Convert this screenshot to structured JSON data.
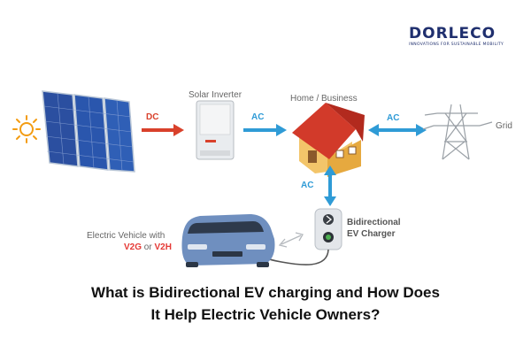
{
  "logo": {
    "wordmark": "DORLECO",
    "tagline": "INNOVATIONS FOR SUSTAINABLE MOBILITY"
  },
  "diagram": {
    "solar_inverter_label": "Solar Inverter",
    "home_label": "Home / Business",
    "grid_label": "Grid",
    "charger_label_line1": "Bidirectional",
    "charger_label_line2": "EV Charger",
    "ev_label_line1": "Electric Vehicle with",
    "ev_v2g": "V2G",
    "ev_or": "or",
    "ev_v2h": "V2H",
    "flow_panel_to_inverter": "DC",
    "flow_inverter_to_home": "AC",
    "flow_home_to_grid": "AC",
    "flow_home_to_charger": "AC"
  },
  "title": {
    "line1": "What is Bidirectional EV charging and How Does",
    "line2": "It Help Electric Vehicle Owners?"
  },
  "colors": {
    "brand_navy": "#1f2f6e",
    "brand_green": "#6ab04c",
    "dc_red": "#d9412b",
    "ac_blue": "#2f9bd6",
    "roof_red": "#d23a2a",
    "car_blue": "#6f8fbf",
    "accent_red_text": "#e53935"
  }
}
